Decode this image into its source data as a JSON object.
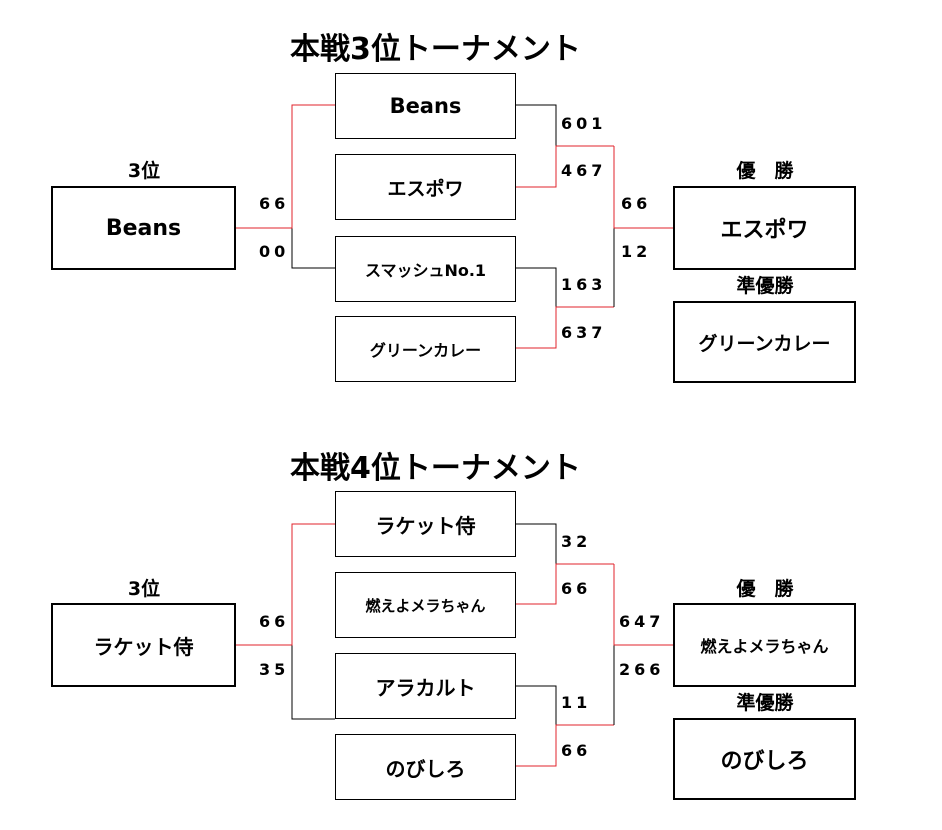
{
  "brackets": [
    {
      "title": "本戦3位トーナメント",
      "teams": [
        "Beans",
        "エスポワ",
        "スマッシュNo.1",
        "グリーンカレー"
      ],
      "semifinal_scores": {
        "upper": [
          "601",
          "467"
        ],
        "lower": [
          "163",
          "637"
        ]
      },
      "final_scores": [
        "66",
        "12"
      ],
      "third_place_match_scores": [
        "66",
        "00"
      ],
      "winner_label": "優　勝",
      "winner": "エスポワ",
      "runner_up_label": "準優勝",
      "runner_up": "グリーンカレー",
      "third_label": "3位",
      "third": "Beans"
    },
    {
      "title": "本戦4位トーナメント",
      "teams": [
        "ラケット侍",
        "燃えよメラちゃん",
        "アラカルト",
        "のびしろ"
      ],
      "semifinal_scores": {
        "upper": [
          "32",
          "66"
        ],
        "lower": [
          "11",
          "66"
        ]
      },
      "final_scores": [
        "647",
        "266"
      ],
      "third_place_match_scores": [
        "66",
        "35"
      ],
      "winner_label": "優　勝",
      "winner": "燃えよメラちゃん",
      "runner_up_label": "準優勝",
      "runner_up": "のびしろ",
      "third_label": "3位",
      "third": "ラケット侍"
    }
  ],
  "colors": {
    "winning_line": "#e0232b",
    "normal_line": "#000000"
  }
}
